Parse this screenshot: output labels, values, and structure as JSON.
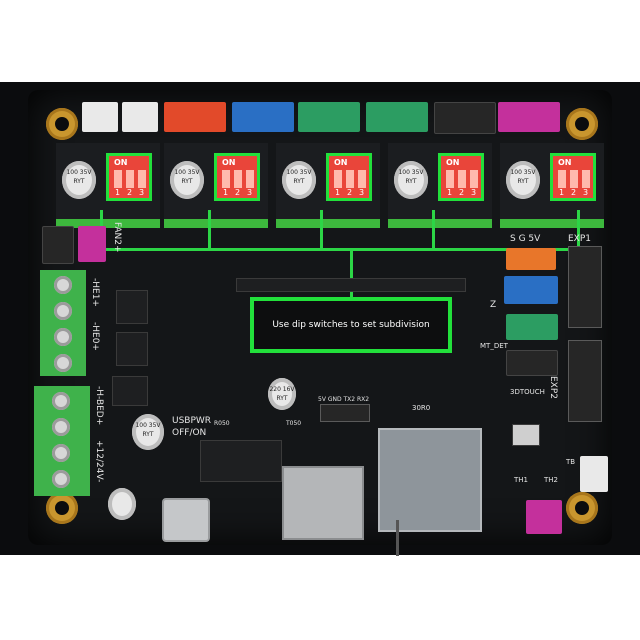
{
  "colors": {
    "highlight": "#22e03b",
    "pcb": "#141618",
    "dip_switch": "#e9453a"
  },
  "callout": {
    "text": "Use dip switches to set subdivision"
  },
  "drivers": [
    {
      "dip_on": "ON",
      "positions": [
        "1",
        "2",
        "3"
      ],
      "cap_text": "100 35V RYT"
    },
    {
      "dip_on": "ON",
      "positions": [
        "1",
        "2",
        "3"
      ],
      "cap_text": "100 35V RYT"
    },
    {
      "dip_on": "ON",
      "positions": [
        "1",
        "2",
        "3"
      ],
      "cap_text": "100 35V RYT"
    },
    {
      "dip_on": "ON",
      "positions": [
        "1",
        "2",
        "3"
      ],
      "cap_text": "100 35V RYT"
    },
    {
      "dip_on": "ON",
      "positions": [
        "1",
        "2",
        "3"
      ],
      "cap_text": "100 35V RYT"
    }
  ],
  "labels": {
    "fan2": "FAN2+",
    "he1": "-HE1+",
    "he0": "-HE0+",
    "hbed": "-H-BED+",
    "power": "+12/24V-",
    "exp1": "EXP1",
    "exp2": "EXP2",
    "sg5v": "S G 5V",
    "mt_det": "MT_DET",
    "threedtouch": "3DTOUCH",
    "usbpwr": "USBPWR",
    "offon": "OFF/ON",
    "pins": "5V GND TX2 RX2",
    "th1": "TH1",
    "th2": "TH2",
    "tb": "TB",
    "z": "Z",
    "cap_big": "100 35V RYT",
    "cap_small": "220 16V RYT",
    "thermal_left": "R050",
    "thermal_mid": "T050",
    "chip_mark": "30R0"
  }
}
